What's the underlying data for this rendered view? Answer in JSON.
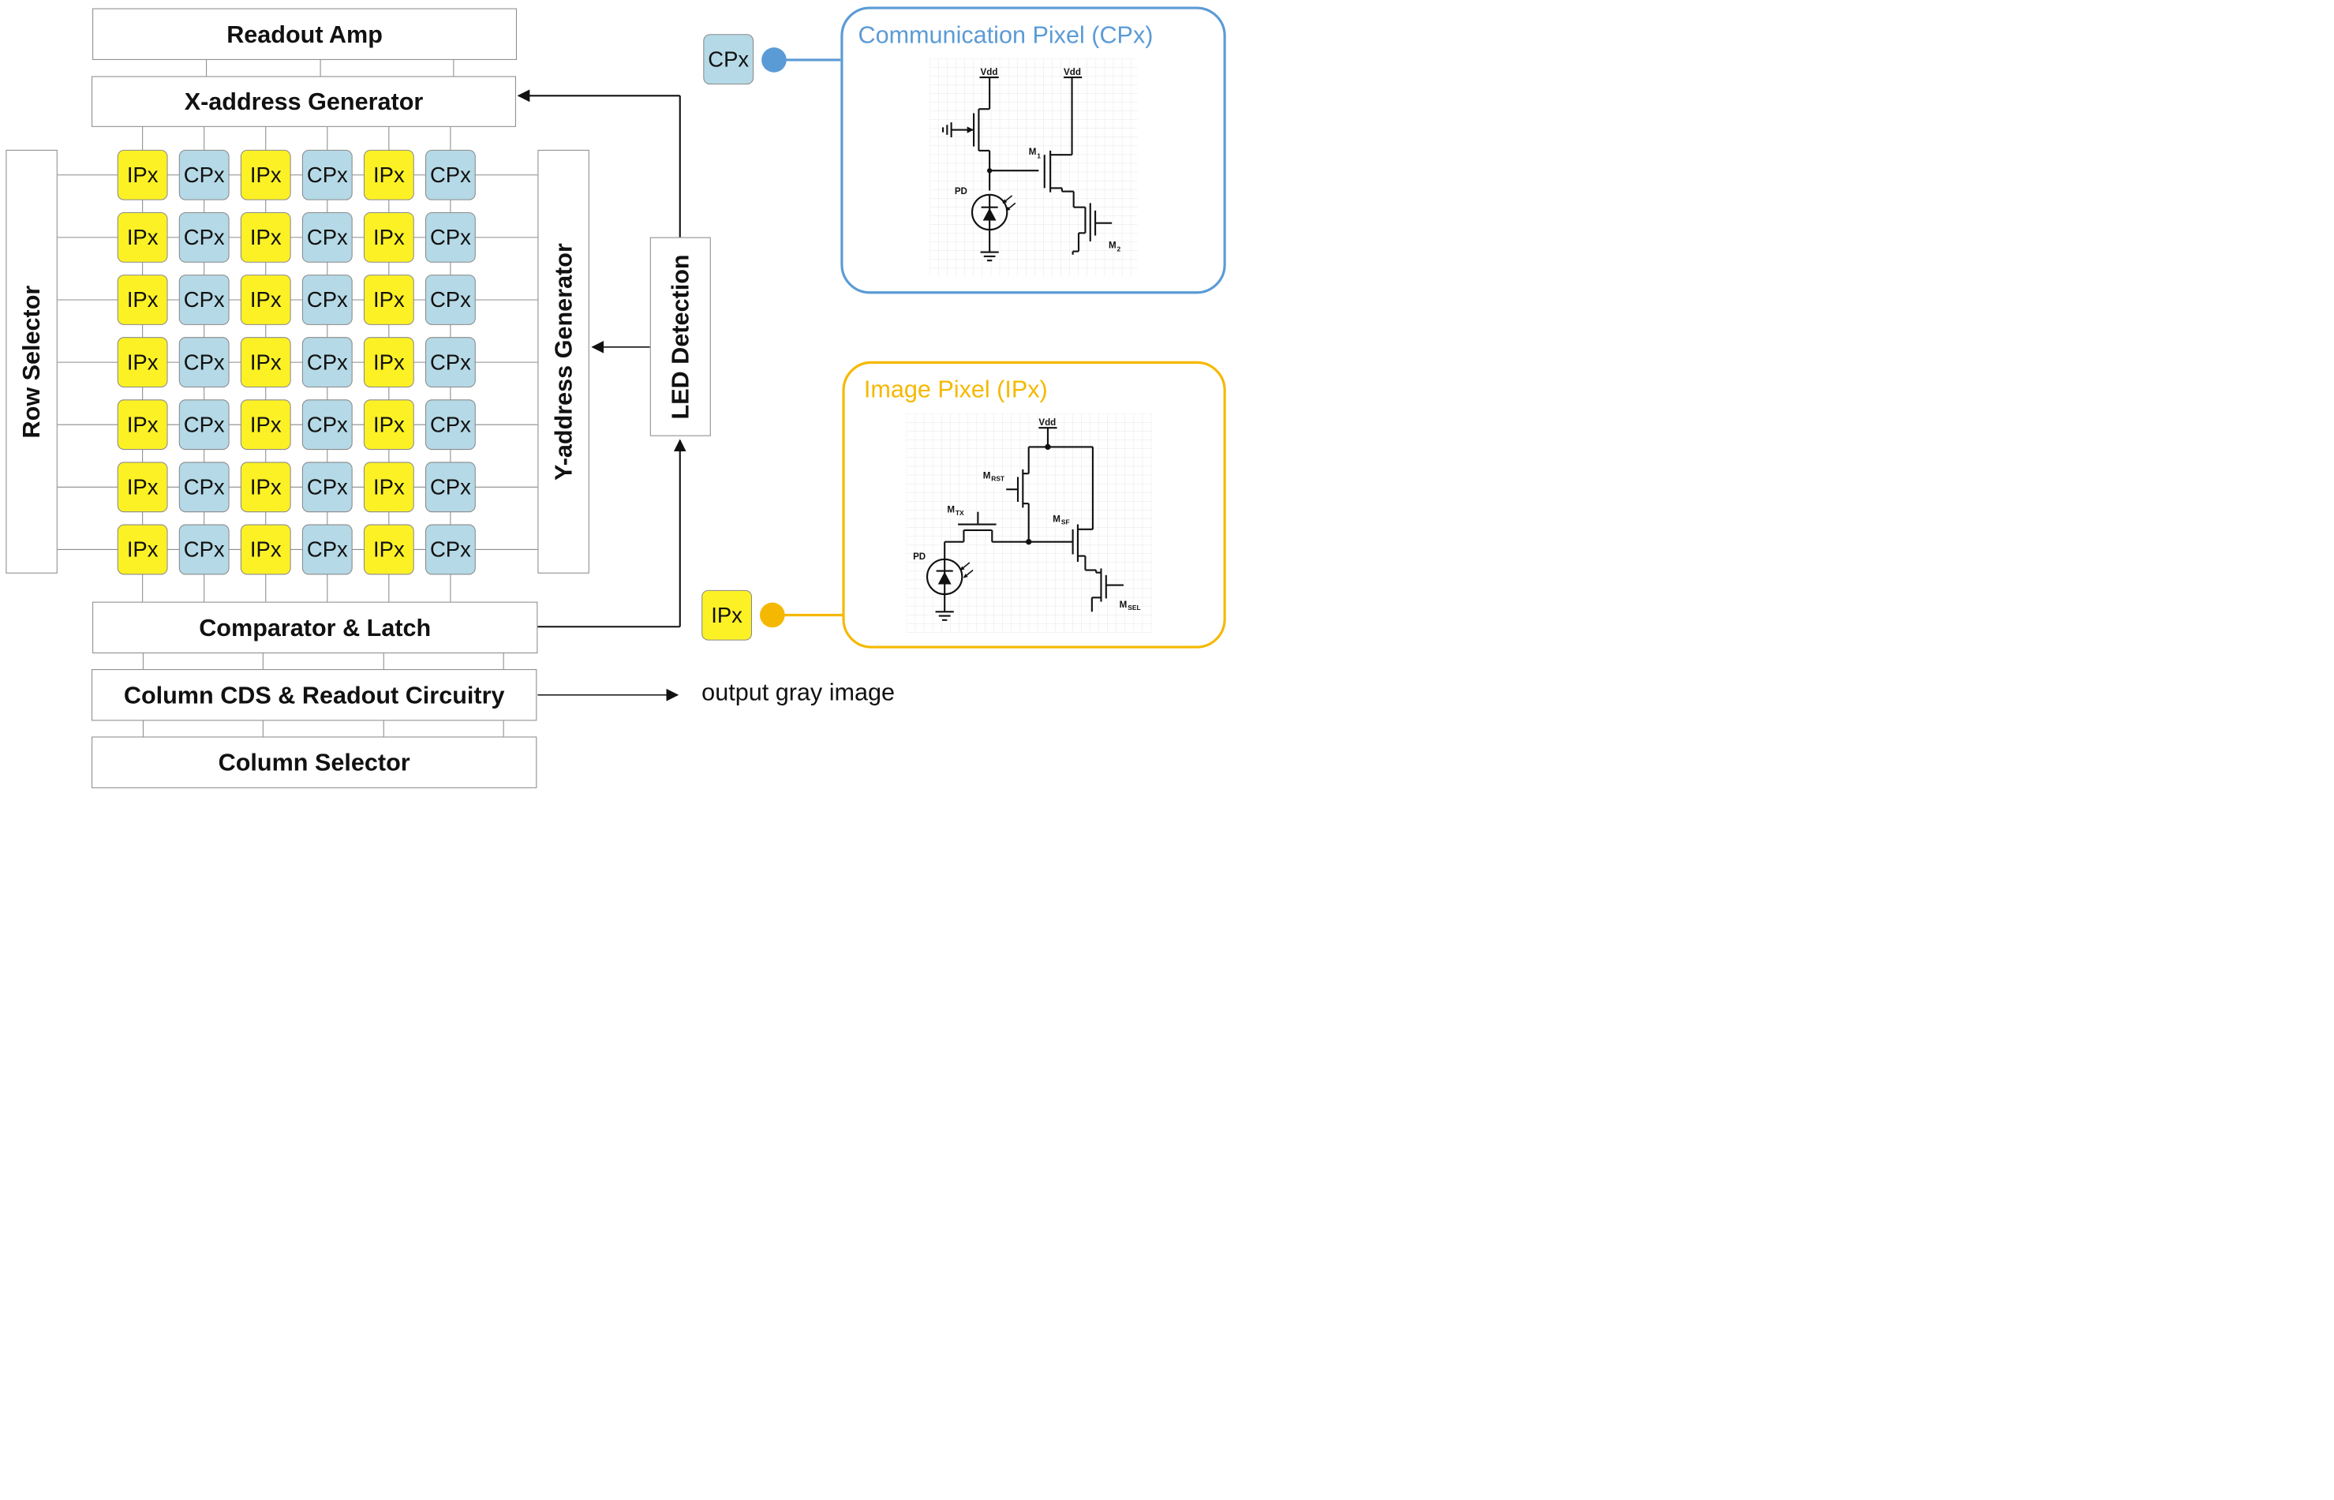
{
  "blocks": {
    "readout_amp": "Readout Amp",
    "x_address": "X-address Generator",
    "row_selector": "Row Selector",
    "y_address": "Y-address Generator",
    "led_detection": "LED Detection",
    "comparator": "Comparator & Latch",
    "column_cds": "Column CDS & Readout Circuitry",
    "column_selector": "Column Selector"
  },
  "output_label": "output gray image",
  "pixel_array": {
    "rows": 7,
    "columns": [
      "IPx",
      "CPx",
      "IPx",
      "CPx",
      "IPx",
      "CPx"
    ],
    "colors": {
      "IPx": "#fcf125",
      "CPx": "#b5d9e6"
    }
  },
  "legend": {
    "cpx": {
      "title": "Communication Pixel (CPx)",
      "tag": "CPx",
      "color": "#5b9bd5",
      "labels": {
        "vdd": "Vdd",
        "pd": "PD",
        "m1": "M",
        "m1_sub": "1",
        "m2": "M",
        "m2_sub": "2"
      }
    },
    "ipx": {
      "title": "Image Pixel (IPx)",
      "tag": "IPx",
      "color": "#f5b800",
      "labels": {
        "vdd": "Vdd",
        "pd": "PD",
        "mrst": "M",
        "mrst_sub": "RST",
        "mtx": "M",
        "mtx_sub": "TX",
        "msf": "M",
        "msf_sub": "SF",
        "msel": "M",
        "msel_sub": "SEL"
      }
    }
  }
}
